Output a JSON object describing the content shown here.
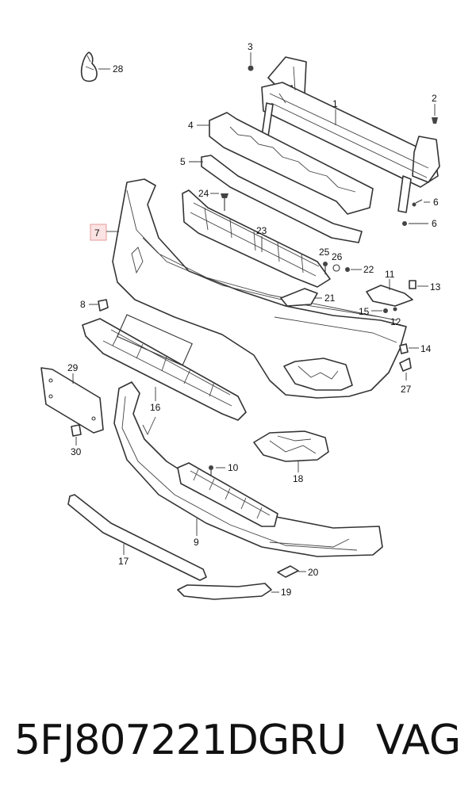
{
  "labels": {
    "p1": "1",
    "p2": "2",
    "p3": "3",
    "p4": "4",
    "p5": "5",
    "p6a": "6",
    "p6b": "6",
    "p7": "7",
    "p8": "8",
    "p9": "9",
    "p10": "10",
    "p11": "11",
    "p12": "12",
    "p13": "13",
    "p14": "14",
    "p15": "15",
    "p16": "16",
    "p17": "17",
    "p18": "18",
    "p19": "19",
    "p20": "20",
    "p21": "21",
    "p22": "22",
    "p23": "23",
    "p24": "24",
    "p25": "25",
    "p26": "26",
    "p27": "27",
    "p28": "28",
    "p29": "29",
    "p30": "30"
  },
  "highlighted_label": "7",
  "footer": {
    "part_number": "5FJ807221DGRU",
    "brand": "VAG"
  }
}
